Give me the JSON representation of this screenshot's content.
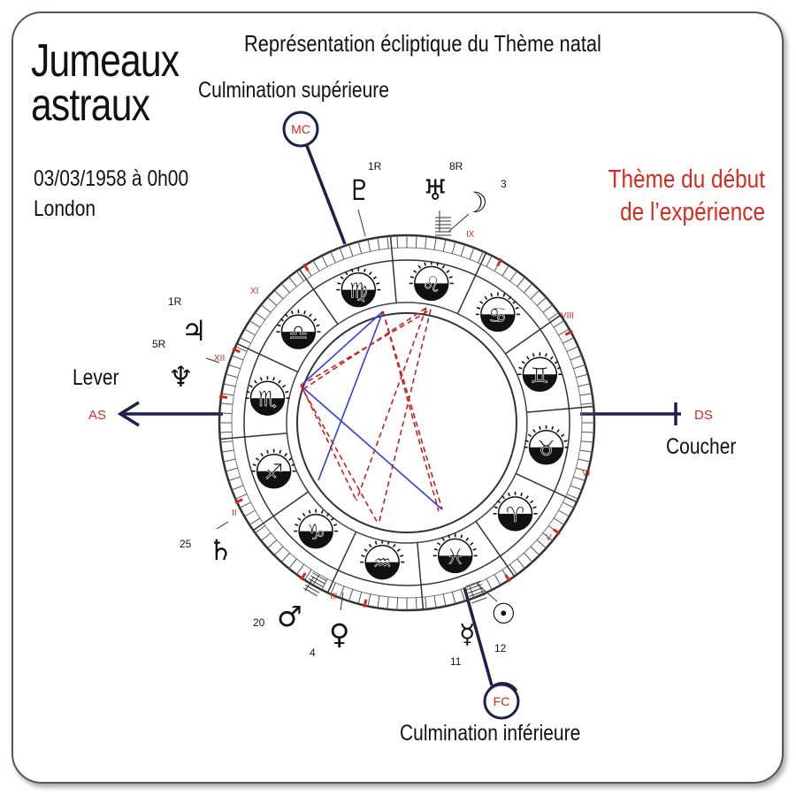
{
  "title": "Jumeaux\nastraux",
  "subtitle": "Représentation écliptique du Thème natal",
  "birth_date": "03/03/1958 à 0h00",
  "birth_place": "London",
  "theme_label": "Thème du début\nde l’expérience",
  "angles": {
    "mc": {
      "badge": "MC",
      "caption": "Culmination supérieure"
    },
    "fc": {
      "badge": "FC",
      "caption": "Culmination inférieure"
    },
    "as": {
      "badge": "AS",
      "caption": "Lever"
    },
    "ds": {
      "badge": "DS",
      "caption": "Coucher"
    }
  },
  "houses": [
    "II",
    "III",
    "V",
    "VI",
    "VIII",
    "IX",
    "XI",
    "XII"
  ],
  "planets": [
    {
      "name": "pluto",
      "glyph": "♇",
      "degree": "1R"
    },
    {
      "name": "uranus",
      "glyph": "♅",
      "degree": "8R"
    },
    {
      "name": "moon",
      "glyph": "☽",
      "degree": "3"
    },
    {
      "name": "jupiter",
      "glyph": "♃",
      "degree": "1R"
    },
    {
      "name": "neptune",
      "glyph": "♆",
      "degree": "5R"
    },
    {
      "name": "saturn",
      "glyph": "♄",
      "degree": "25"
    },
    {
      "name": "mars",
      "glyph": "♂",
      "degree": "20"
    },
    {
      "name": "venus",
      "glyph": "♀",
      "degree": "4"
    },
    {
      "name": "mercury",
      "glyph": "☿",
      "degree": "11"
    },
    {
      "name": "sun",
      "glyph": "☉",
      "degree": "12"
    }
  ],
  "zodiac_signs": [
    {
      "name": "leo",
      "glyph": "♌"
    },
    {
      "name": "cancer",
      "glyph": "♋"
    },
    {
      "name": "gemini",
      "glyph": "♊"
    },
    {
      "name": "taurus",
      "glyph": "♉"
    },
    {
      "name": "aries",
      "glyph": "♈"
    },
    {
      "name": "pisces",
      "glyph": "♓"
    },
    {
      "name": "aquarius",
      "glyph": "♒"
    },
    {
      "name": "capricorn",
      "glyph": "♑"
    },
    {
      "name": "sagittarius",
      "glyph": "♐"
    },
    {
      "name": "scorpio",
      "glyph": "♏"
    },
    {
      "name": "libra",
      "glyph": "♎"
    },
    {
      "name": "virgo",
      "glyph": "♍"
    }
  ],
  "colors": {
    "axis": "#1f1f4a",
    "accent_red": "#d52a1e",
    "aspect_blue": "#2f3fe0",
    "aspect_red": "#c81e1e"
  }
}
